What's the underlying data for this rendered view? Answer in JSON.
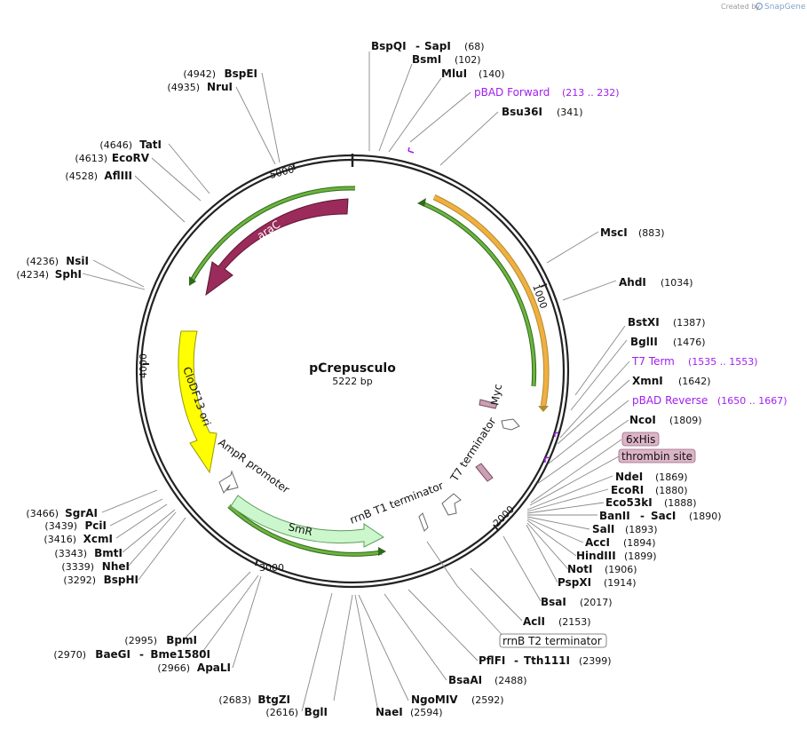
{
  "credit": {
    "prefix": "Created by",
    "brand": "SnapGene"
  },
  "plasmid": {
    "name": "pCrepusculo",
    "size_label": "5222 bp"
  },
  "ticks": [
    {
      "label": "1000"
    },
    {
      "label": "2000"
    },
    {
      "label": "3000"
    },
    {
      "label": "4000"
    },
    {
      "label": "5000"
    }
  ],
  "features": [
    {
      "name": "araC",
      "color": "#9b2b5a",
      "text_color": "#ffffff"
    },
    {
      "name": "CloDF13 ori",
      "color": "#ffff00",
      "text_color": "#111111"
    },
    {
      "name": "SmR",
      "color": "#ccf7cc",
      "text_color": "#111111"
    },
    {
      "name": "AmpR promoter",
      "color": "#ffffff",
      "text_color": "#111111"
    },
    {
      "name": "rrnB T1 terminator",
      "color": "#ffffff",
      "text_color": "#111111"
    },
    {
      "name": "T7 terminator",
      "color": "#c9a0b4",
      "text_color": "#111111"
    },
    {
      "name": "Myc",
      "color": "#c9a0b4",
      "text_color": "#111111"
    }
  ],
  "arcs": [
    {
      "name": "orange-orf",
      "color": "#f0b040"
    },
    {
      "name": "green-orf-top-right",
      "color": "#6db33f"
    },
    {
      "name": "green-orf-top-left",
      "color": "#6db33f"
    },
    {
      "name": "green-orf-bottom",
      "color": "#6db33f"
    }
  ],
  "boxed_features": [
    {
      "label": "6xHis",
      "fill": "#dcb4c8"
    },
    {
      "label": "thrombin site",
      "fill": "#dcb4c8"
    },
    {
      "label": "rrnB T2 terminator",
      "fill": "#ffffff"
    }
  ],
  "primers": [
    {
      "name": "pBAD Forward",
      "range": "(213 .. 232)"
    },
    {
      "name": "T7 Term",
      "range": "(1535 .. 1553)"
    },
    {
      "name": "pBAD Reverse",
      "range": "(1650 .. 1667)"
    }
  ],
  "sites": [
    {
      "name": "BspQI",
      "name2": "SapI",
      "pos": "(68)"
    },
    {
      "name": "BsmI",
      "pos": "(102)"
    },
    {
      "name": "MluI",
      "pos": "(140)"
    },
    {
      "name": "Bsu36I",
      "pos": "(341)"
    },
    {
      "name": "MscI",
      "pos": "(883)"
    },
    {
      "name": "AhdI",
      "pos": "(1034)"
    },
    {
      "name": "BstXI",
      "pos": "(1387)"
    },
    {
      "name": "BglII",
      "pos": "(1476)"
    },
    {
      "name": "XmnI",
      "pos": "(1642)"
    },
    {
      "name": "NcoI",
      "pos": "(1809)"
    },
    {
      "name": "NdeI",
      "pos": "(1869)"
    },
    {
      "name": "EcoRI",
      "pos": "(1880)"
    },
    {
      "name": "Eco53kI",
      "pos": "(1888)"
    },
    {
      "name": "BanII",
      "name2": "SacI",
      "pos": "(1890)"
    },
    {
      "name": "SalI",
      "pos": "(1893)"
    },
    {
      "name": "AccI",
      "pos": "(1894)"
    },
    {
      "name": "HindIII",
      "pos": "(1899)"
    },
    {
      "name": "NotI",
      "pos": "(1906)"
    },
    {
      "name": "PspXI",
      "pos": "(1914)"
    },
    {
      "name": "BsaI",
      "pos": "(2017)"
    },
    {
      "name": "AclI",
      "pos": "(2153)"
    },
    {
      "name": "PflFI",
      "name2": "Tth111I",
      "pos": "(2399)"
    },
    {
      "name": "BsaAI",
      "pos": "(2488)"
    },
    {
      "name": "NgoMIV",
      "pos": "(2592)"
    },
    {
      "name": "NaeI",
      "pos": "(2594)"
    },
    {
      "name": "BglI",
      "pos": "(2616)"
    },
    {
      "name": "BtgZI",
      "pos": "(2683)"
    },
    {
      "name": "ApaLI",
      "pos": "(2966)"
    },
    {
      "name": "BaeGI",
      "name2": "Bme1580I",
      "pos": "(2970)"
    },
    {
      "name": "BpmI",
      "pos": "(2995)"
    },
    {
      "name": "BspHI",
      "pos": "(3292)"
    },
    {
      "name": "NheI",
      "pos": "(3339)"
    },
    {
      "name": "BmtI",
      "pos": "(3343)"
    },
    {
      "name": "XcmI",
      "pos": "(3416)"
    },
    {
      "name": "PciI",
      "pos": "(3439)"
    },
    {
      "name": "SgrAI",
      "pos": "(3466)"
    },
    {
      "name": "SphI",
      "pos": "(4234)"
    },
    {
      "name": "NsiI",
      "pos": "(4236)"
    },
    {
      "name": "AflIII",
      "pos": "(4528)"
    },
    {
      "name": "EcoRV",
      "pos": "(4613)"
    },
    {
      "name": "TatI",
      "pos": "(4646)"
    },
    {
      "name": "NruI",
      "pos": "(4935)"
    },
    {
      "name": "BspEI",
      "pos": "(4942)"
    }
  ]
}
